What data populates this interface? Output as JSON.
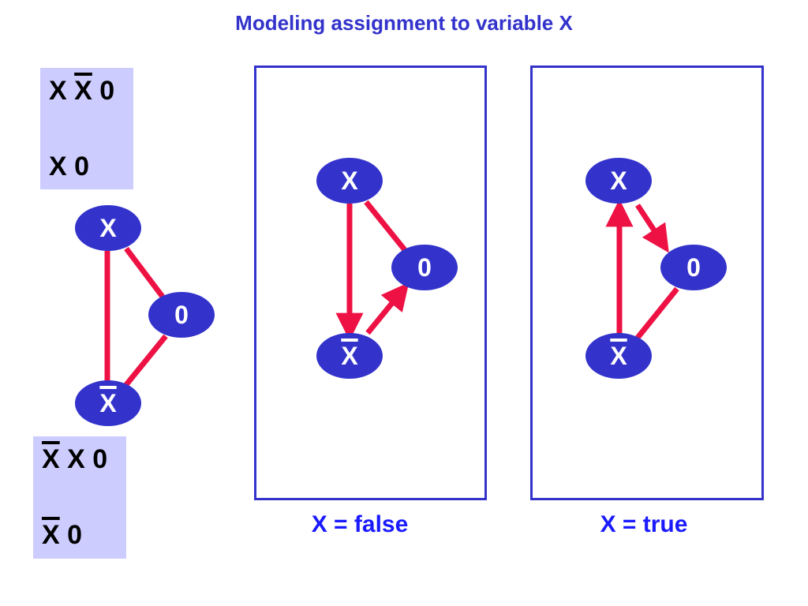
{
  "title": "Modeling assignment to variable X",
  "clauses_top": {
    "line1": [
      {
        "text": "X",
        "negated": false
      },
      {
        "text": "X",
        "negated": true
      },
      {
        "text": "0",
        "negated": false
      }
    ],
    "line2": [
      {
        "text": "X",
        "negated": false
      },
      {
        "text": "0",
        "negated": false
      }
    ]
  },
  "clauses_bottom": {
    "line1": [
      {
        "text": "X",
        "negated": true
      },
      {
        "text": "X",
        "negated": false
      },
      {
        "text": "0",
        "negated": false
      }
    ],
    "line2": [
      {
        "text": "X",
        "negated": true
      },
      {
        "text": "0",
        "negated": false
      }
    ]
  },
  "nodes": {
    "x": "X",
    "xbar": "X",
    "zero": "0"
  },
  "captions": {
    "false_panel": "X = false",
    "true_panel": "X = true"
  },
  "colors": {
    "accent": "#3333cc",
    "caption": "#1a1aff",
    "edge": "#ee1144",
    "clause_bg": "#ccccff"
  }
}
